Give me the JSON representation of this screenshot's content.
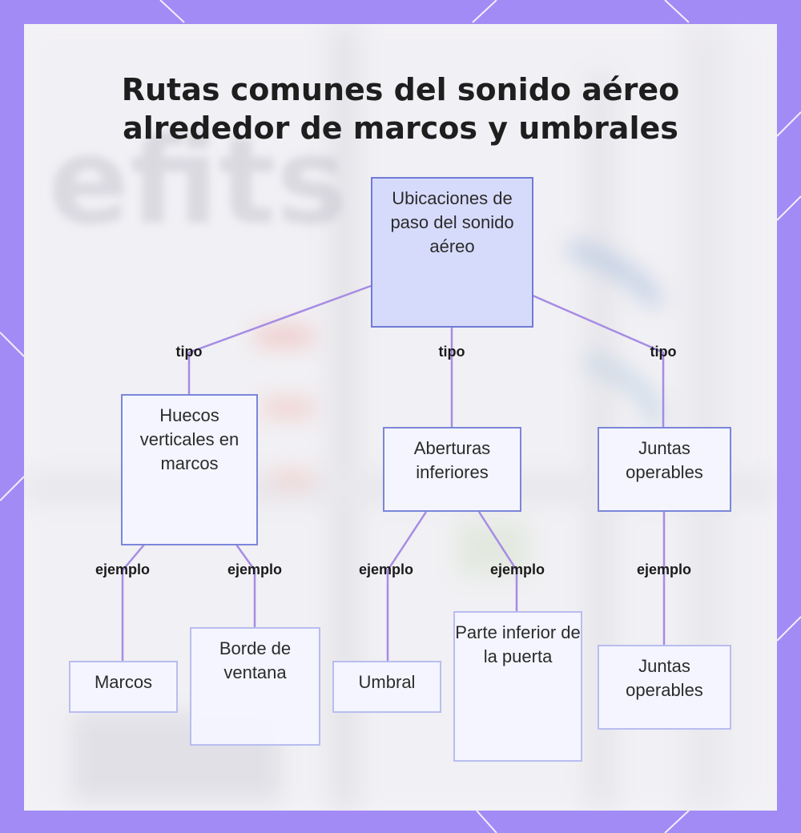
{
  "title": {
    "line1": "Rutas comunes del sonido aéreo",
    "line2": "alrededor de marcos y umbrales"
  },
  "nodes": {
    "root": "Ubicaciones de paso del sonido aéreo",
    "huecos": "Huecos verticales en marcos",
    "aberturas": "Aberturas inferiores",
    "juntas": "Juntas operables",
    "marcos": "Marcos",
    "borde": "Borde de ventana",
    "umbral": "Umbral",
    "parte": "Parte inferior de la puerta",
    "juntas_ej": "Juntas operables"
  },
  "edge_labels": {
    "tipo_1": "tipo",
    "tipo_2": "tipo",
    "tipo_3": "tipo",
    "ejemplo_1": "ejemplo",
    "ejemplo_2": "ejemplo",
    "ejemplo_3": "ejemplo",
    "ejemplo_4": "ejemplo",
    "ejemplo_5": "ejemplo"
  },
  "colors": {
    "frame": "#a38bf5",
    "edge": "#a68ce4",
    "node_border": "#7b86d9",
    "root_fill": "#d7dbfb"
  }
}
